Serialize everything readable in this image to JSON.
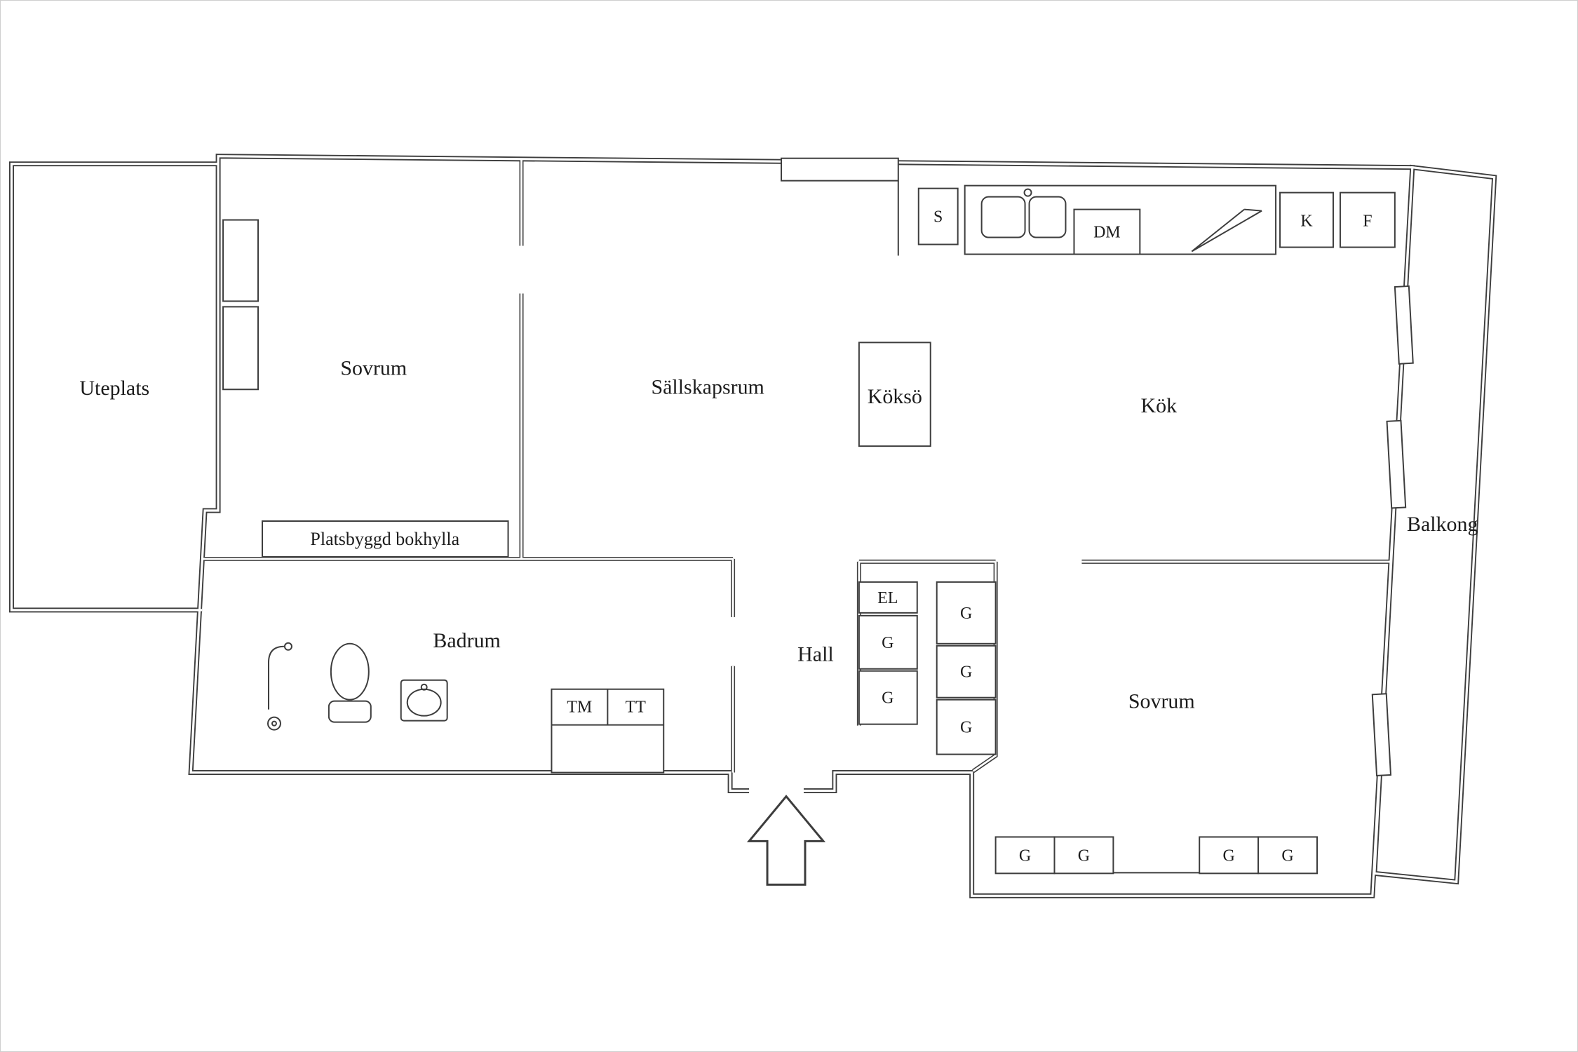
{
  "plan": {
    "rooms": {
      "uteplats": "Uteplats",
      "sovrum_1": "Sovrum",
      "sallskapsrum": "Sällskapsrum",
      "kokso": "Köksö",
      "kok": "Kök",
      "balkong": "Balkong",
      "badrum": "Badrum",
      "hall": "Hall",
      "sovrum_2": "Sovrum"
    },
    "features": {
      "bookshelf": "Platsbyggd bokhylla"
    },
    "labels": {
      "stove": "S",
      "dishwasher": "DM",
      "fridge": "K",
      "freezer": "F",
      "electrical_cabinet": "EL",
      "wardrobe": "G",
      "washing_machine": "TM",
      "tumble_dryer": "TT"
    },
    "colors": {
      "wall": "#3d3d3d",
      "text": "#1c1c1c",
      "background": "#ffffff"
    }
  }
}
